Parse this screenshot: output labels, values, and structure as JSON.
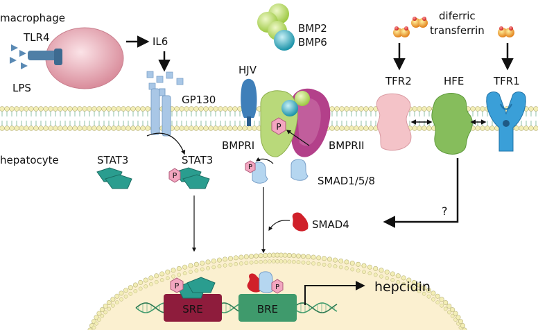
{
  "labels": {
    "macrophage": "macrophage",
    "tlr4": "TLR4",
    "lps": "LPS",
    "il6": "IL6",
    "gp130": "GP130",
    "bmp2": "BMP2",
    "bmp6": "BMP6",
    "diferric": "diferric",
    "transferrin": "transferrin",
    "hjv": "HJV",
    "tfr2": "TFR2",
    "hfe": "HFE",
    "tfr1": "TFR1",
    "hepatocyte": "hepatocyte",
    "stat3_left": "STAT3",
    "stat3_right": "STAT3",
    "bmpri": "BMPRI",
    "bmprii": "BMPRII",
    "smad158": "SMAD1/5/8",
    "smad4": "SMAD4",
    "question": "?",
    "sre": "SRE",
    "bre": "BRE",
    "hepcidin": "hepcidin",
    "phospho": "P"
  },
  "colors": {
    "membrane_head": "#f3eeb6",
    "membrane_stroke": "#b8b27a",
    "tail": "#8fc2a8",
    "macrophage": "#e6a9b5",
    "tlr4": "#4f7fa6",
    "lps": "#5a8ab4",
    "gp130": "#a9c7e6",
    "stat3": "#2a9d8f",
    "phospho": "#f2a6c0",
    "bmpr1": "#b9d97a",
    "bmpr2": "#b3408a",
    "hjv": "#3f7fb9",
    "bmp2": "#b7dc5e",
    "bmp6": "#3bb5c9",
    "tfr2": "#f4c3c8",
    "hfe": "#86bd5c",
    "tfr1": "#3a9fd8",
    "smad": "#b5d6f0",
    "smad4": "#d0202a",
    "transferrin": "#f0a020",
    "sre": "#8e1c3c",
    "bre": "#3f9a6c",
    "dna": "#3f9a6c",
    "nucleus": "#fbf0d0"
  }
}
